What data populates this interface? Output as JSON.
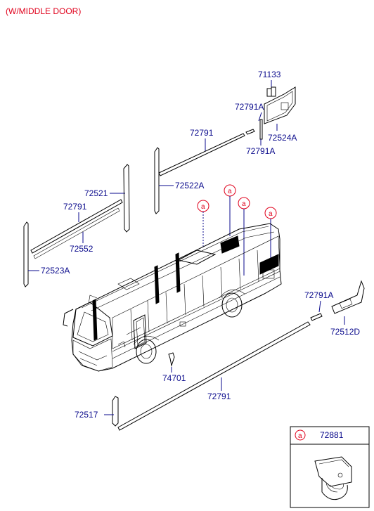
{
  "title": "(W/MIDDLE DOOR)",
  "parts": {
    "p71133": "71133",
    "p72791A_top": "72791A",
    "p72791_top": "72791",
    "p72791A_mid": "72791A",
    "p72524A": "72524A",
    "p72522A": "72522A",
    "p72521": "72521",
    "p72791_left": "72791",
    "p72552": "72552",
    "p72523A": "72523A",
    "p72791A_right": "72791A",
    "p72512D": "72512D",
    "p74701": "74701",
    "p72791_bottom": "72791",
    "p72517": "72517"
  },
  "callout_letter": "a",
  "legend": {
    "letter": "a",
    "part": "72881"
  },
  "colors": {
    "title": "#e0001b",
    "part_label": "#0a0a8c",
    "callout": "#e0001b",
    "line": "#000000"
  }
}
